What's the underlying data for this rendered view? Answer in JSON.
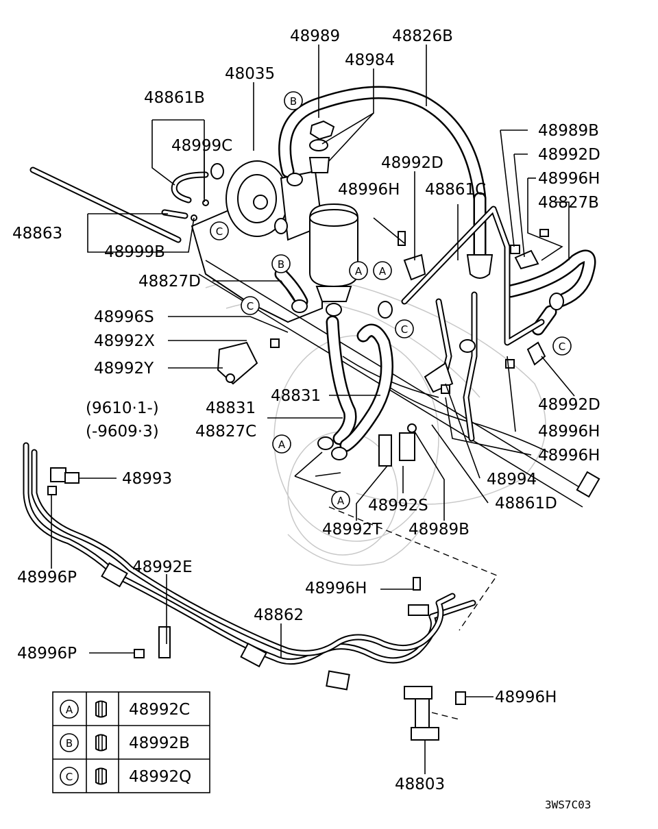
{
  "labels": {
    "p48989": "48989",
    "p48826B": "48826B",
    "p48984": "48984",
    "p48035": "48035",
    "p48861B": "48861B",
    "p48999C": "48999C",
    "p48863": "48863",
    "p48999B": "48999B",
    "p48992D_top": "48992D",
    "p48996H_top": "48996H",
    "p48861C": "48861C",
    "p48989B_right": "48989B",
    "p48992D_right": "48992D",
    "p48996H_right": "48996H",
    "p48827B": "48827B",
    "p48827D": "48827D",
    "p48996S": "48996S",
    "p48992X": "48992X",
    "p48992Y": "48992Y",
    "p48831": "48831",
    "p48831_2": "48831",
    "p48827C": "48827C",
    "p48992D_lower": "48992D",
    "p48996H_mid1": "48996H",
    "p48996H_mid2": "48996H",
    "p48994": "48994",
    "p48861D": "48861D",
    "p48993": "48993",
    "p48992S": "48992S",
    "p48992T": "48992T",
    "p48989B_low": "48989B",
    "p48996P_a": "48996P",
    "p48992E": "48992E",
    "p48996H_low": "48996H",
    "p48862": "48862",
    "p48996P_b": "48996P",
    "p48996H_br": "48996H",
    "p48803": "48803"
  },
  "date_ranges": {
    "from": "(9610·1-)",
    "to": "(-9609·3)"
  },
  "callouts": {
    "A": "A",
    "B": "B",
    "C": "C"
  },
  "legend": {
    "rows": [
      {
        "key": "A",
        "part": "48992C"
      },
      {
        "key": "B",
        "part": "48992B"
      },
      {
        "key": "C",
        "part": "48992Q"
      }
    ]
  },
  "footer": {
    "code": "3WS7C03"
  }
}
